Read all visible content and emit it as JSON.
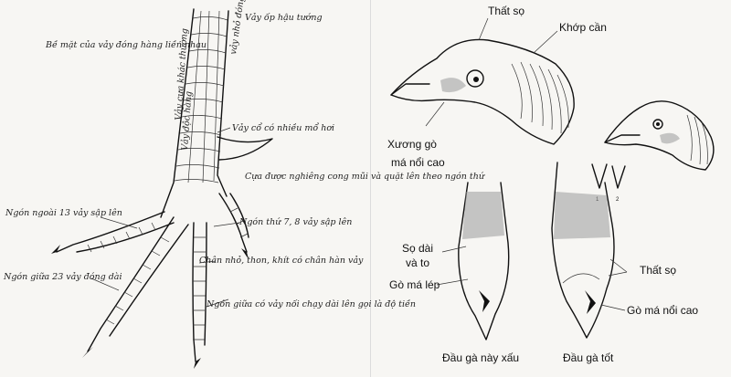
{
  "left_panel": {
    "annotations": [
      "Bề mặt của vảy đóng hàng liền nhau",
      "Vảy ốp hậu tướng",
      "vảy nhỏ đóng ngay hàng thẳng",
      "Vảy độc hàng",
      "Vảy cựa khác thường",
      "Vảy cổ có nhiều mổ hơi",
      "Cựa được nghiêng cong mũi và quặt lên theo ngón thứ",
      "Ngón ngoài 13 vảy sập lên",
      "Ngón thứ 7, 8 vảy sập lên",
      "Chân nhỏ, thon, khít có chân hàn vảy",
      "Ngón giữa 23 vảy đóng dài",
      "Ngón giữa có vảy nối chạy dài lên gọi là độ tiền"
    ]
  },
  "right_panel": {
    "labels": {
      "that_so_top": "Thất sọ",
      "khop_can": "Khớp cần",
      "xuong_go": "Xương gò",
      "ma_noi_cao": "má nổi cao",
      "so_dai": "Sọ dài",
      "va_to": "và to",
      "go_ma_lep": "Gò má lép",
      "that_so_right": "Thất sọ",
      "go_ma_noi_cao": "Gò má nổi cao",
      "caption_bad": "Đầu gà này xấu",
      "caption_good": "Đầu gà tốt",
      "num_1": "1",
      "num_2": "2"
    }
  }
}
